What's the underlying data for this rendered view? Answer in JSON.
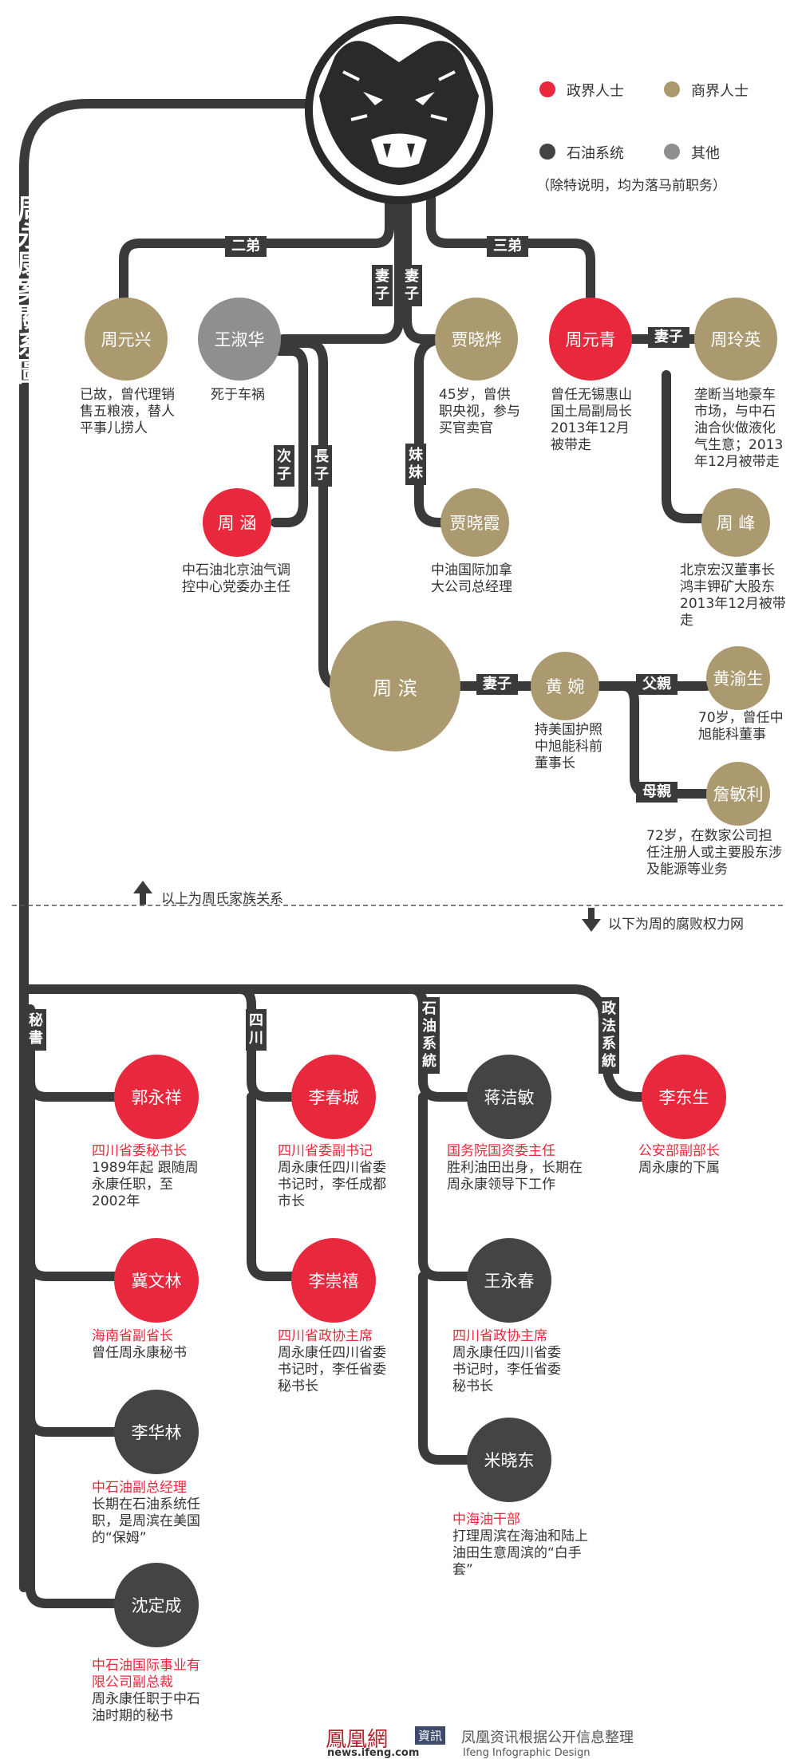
{
  "title": "周永康案關系圖",
  "colors": {
    "political": "#e8283c",
    "business": "#ab9a70",
    "petroleum": "#444444",
    "other": "#8f8f8f",
    "line": "#3a3a3a"
  },
  "legend": {
    "political": "政界人士",
    "business": "商界人士",
    "petroleum": "石油系统",
    "other": "其他",
    "note": "（除特说明，均为落马前职务）"
  },
  "family": {
    "zhou_yuanxing": {
      "name": "周元兴",
      "desc": "已故，曾代理销售五粮液，替人平事儿捞人"
    },
    "wang_shuhua": {
      "name": "王淑华",
      "desc": "死于车祸"
    },
    "jia_xiaoye": {
      "name": "贾晓烨",
      "desc": "45岁，曾供职央视，参与买官卖官"
    },
    "zhou_yuanqing": {
      "name": "周元青",
      "desc": "曾任无锡惠山国土局副局长2013年12月被带走"
    },
    "zhou_lingying": {
      "name": "周玲英",
      "desc": "垄断当地豪车市场，与中石油合伙做液化气生意；2013年12月被带走"
    },
    "zhou_han": {
      "name": "周 涵",
      "desc": "中石油北京油气调控中心党委办主任"
    },
    "jia_xiaoxia": {
      "name": "贾晓霞",
      "desc": "中油国际加拿大公司总经理"
    },
    "zhou_feng": {
      "name": "周 峰",
      "desc": "北京宏汉董事长鸿丰钾矿大股东2013年12月被带走"
    },
    "zhou_bin": {
      "name": "周 滨"
    },
    "huang_wan": {
      "name": "黄 婉",
      "desc": "持美国护照中旭能科前董事长"
    },
    "huang_yusheng": {
      "name": "黄渝生",
      "desc": "70岁，曾任中旭能科董事"
    },
    "zhan_minli": {
      "name": "詹敏利",
      "desc": "72岁，在数家公司担任注册人或主要股东涉及能源等业务"
    }
  },
  "relations": {
    "brother2": "二弟",
    "brother3": "三弟",
    "wife": "妻子",
    "second_son": "次子",
    "eldest_son": "長子",
    "sister": "妹妹",
    "father": "父親",
    "mother": "母親"
  },
  "divider": {
    "above": "以上为周氏家族关系",
    "below": "以下为周的腐败权力网"
  },
  "branches": {
    "secretary": "秘書",
    "sichuan": "四川",
    "petroleum": "石油系統",
    "law": "政法系統"
  },
  "network": {
    "guo_yongxiang": {
      "name": "郭永祥",
      "role": "四川省委秘书长",
      "desc": "1989年起 跟随周永康任职，至2002年"
    },
    "ji_wenlin": {
      "name": "冀文林",
      "role": "海南省副省长",
      "desc": "曾任周永康秘书"
    },
    "li_hualin": {
      "name": "李华林",
      "role": "中石油副总经理",
      "desc": "长期在石油系统任职，是周滨在美国的“保姆”"
    },
    "shen_dingcheng": {
      "name": "沈定成",
      "role": "中石油国际事业有限公司副总裁",
      "desc": "周永康任职于中石油时期的秘书"
    },
    "li_chuncheng": {
      "name": "李春城",
      "role": "四川省委副书记",
      "desc": "周永康任四川省委书记时，李任成都市长"
    },
    "li_chongxi": {
      "name": "李崇禧",
      "role": "四川省政协主席",
      "desc": "周永康任四川省委书记时，李任省委秘书长"
    },
    "jiang_jiemin": {
      "name": "蒋洁敏",
      "role": "国务院国资委主任",
      "desc": "胜利油田出身，长期在周永康领导下工作"
    },
    "wang_yongchun": {
      "name": "王永春",
      "role": "四川省政协主席",
      "desc": "周永康任四川省委书记时，李任省委秘书长"
    },
    "mi_xiaodong": {
      "name": "米晓东",
      "role": "中海油干部",
      "desc": "打理周滨在海油和陆上油田生意周滨的“白手套”"
    },
    "li_dongsheng": {
      "name": "李东生",
      "role": "公安部副部长",
      "desc": "周永康的下属"
    }
  },
  "footer": {
    "logo": "鳳凰網",
    "badge": "資訊",
    "url": "news.ifeng.com",
    "credit": "凤凰资讯根据公开信息整理",
    "design": "Ifeng Infographic Design"
  }
}
